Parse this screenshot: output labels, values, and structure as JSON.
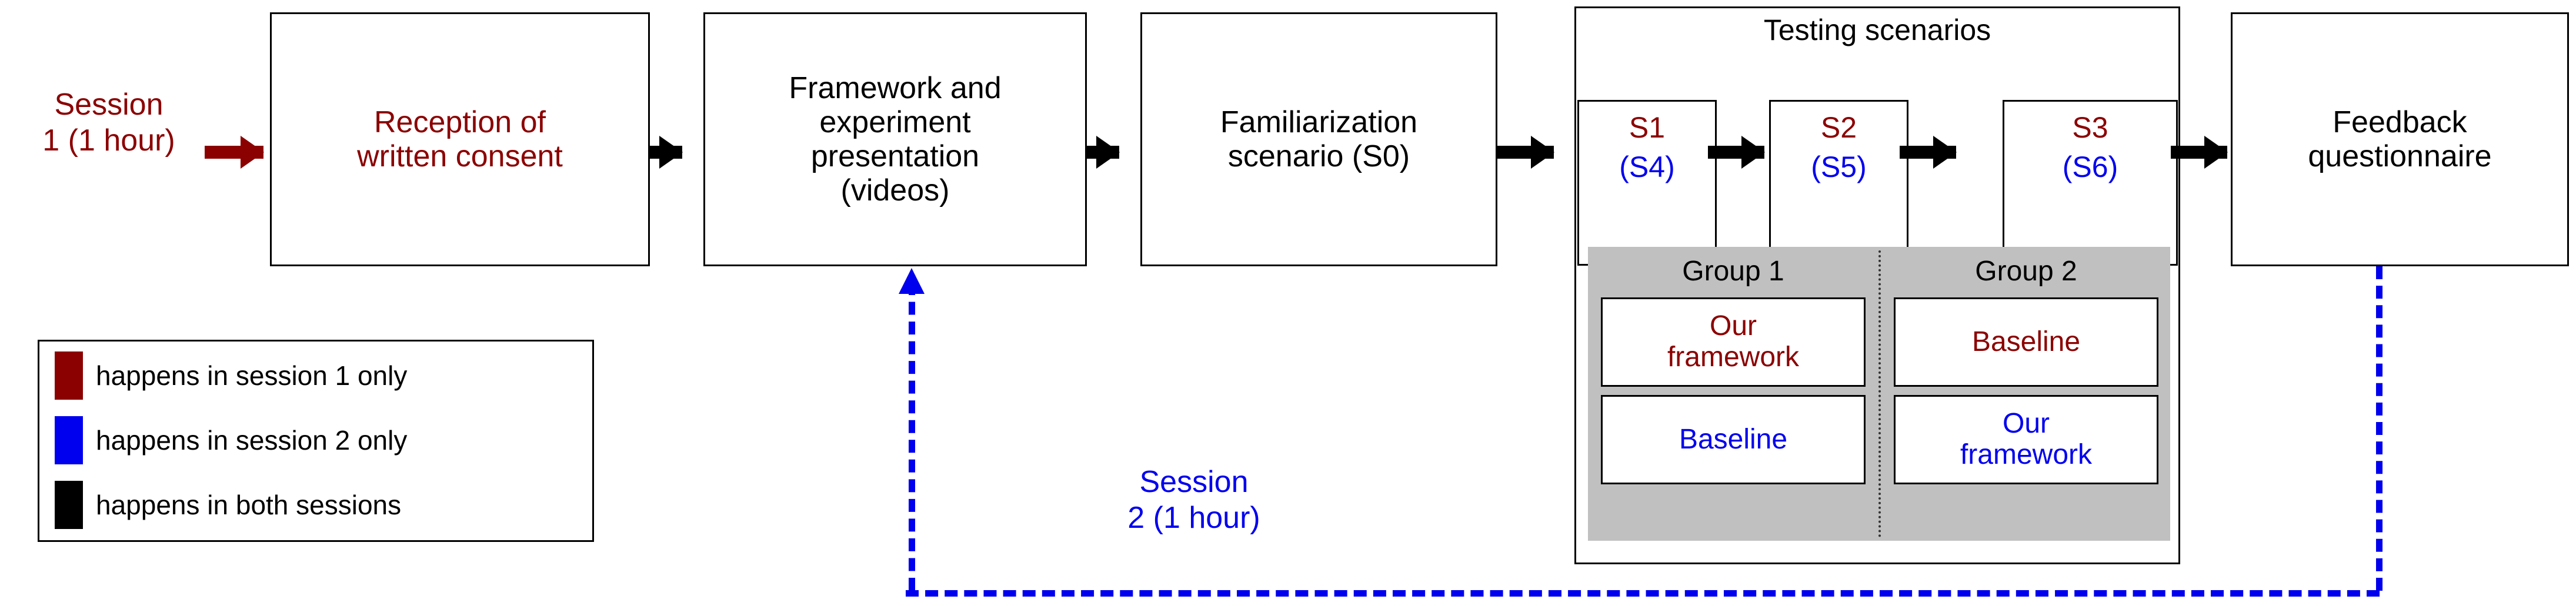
{
  "diagram": {
    "type": "experiment-protocol-flowchart",
    "colors": {
      "session1": "#8B0000",
      "session2": "#0000EE",
      "both": "#000000",
      "group_panel": "#c0c0c0"
    },
    "session1_label": "Session\n1 (1 hour)",
    "session2_label": "Session\n2 (1 hour)",
    "steps": [
      {
        "id": "consent",
        "label": "Reception of\nwritten consent",
        "color_role": "session1"
      },
      {
        "id": "presentation",
        "label": "Framework and\nexperiment\npresentation\n(videos)",
        "color_role": "both"
      },
      {
        "id": "familiarization",
        "label": "Familiarization\nscenario (S0)",
        "color_role": "both"
      },
      {
        "id": "feedback",
        "label": "Feedback\nquestionnaire",
        "color_role": "both"
      }
    ],
    "testing": {
      "title": "Testing scenarios",
      "scenarios": [
        {
          "session1": "S1",
          "session2": "(S4)"
        },
        {
          "session1": "S2",
          "session2": "(S5)"
        },
        {
          "session1": "S3",
          "session2": "(S6)"
        }
      ],
      "groups": [
        {
          "title": "Group 1",
          "session1": "Our\nframework",
          "session2": "Baseline"
        },
        {
          "title": "Group 2",
          "session1": "Baseline",
          "session2": "Our\nframework"
        }
      ]
    },
    "legend": {
      "items": [
        {
          "swatch": "#8B0000",
          "text": "happens in session 1 only"
        },
        {
          "swatch": "#0000EE",
          "text": "happens in session 2 only"
        },
        {
          "swatch": "#000000",
          "text": "happens in both sessions"
        }
      ]
    }
  }
}
